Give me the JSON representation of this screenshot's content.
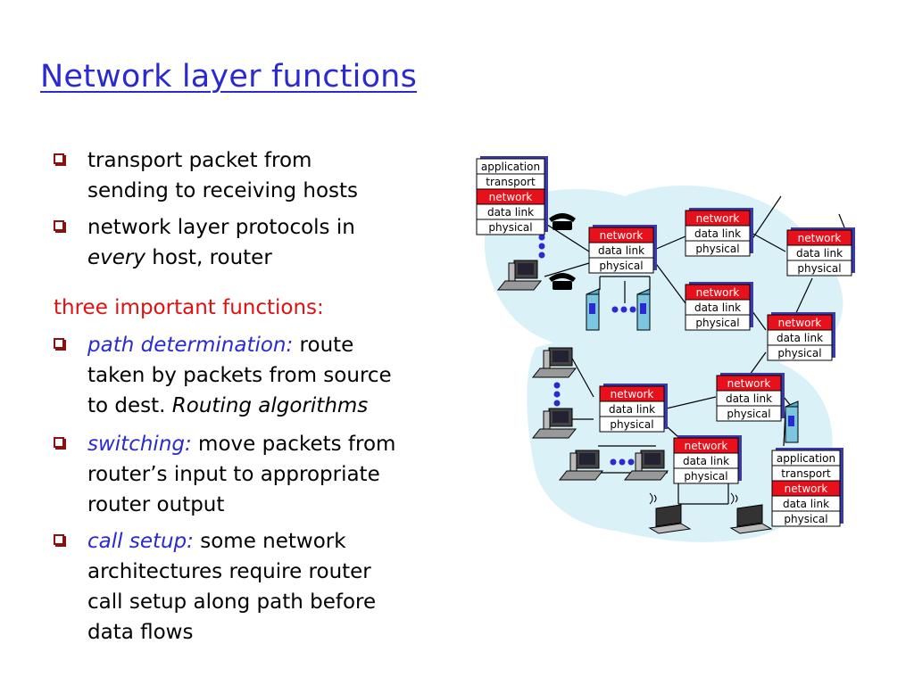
{
  "title": "Network layer functions",
  "bullets": [
    {
      "lines": [
        "transport packet from",
        "sending to receiving hosts"
      ]
    },
    {
      "lines": [
        "network layer protocols in"
      ],
      "italic": "every",
      "tail": " host, router"
    }
  ],
  "subheading": "three important functions:",
  "functions": [
    {
      "term": "path determination:",
      "rest": " route",
      "lines": [
        "taken by packets from source"
      ],
      "last_plain": "to dest. ",
      "last_italic": "Routing algorithms"
    },
    {
      "term": "switching:",
      "rest": " move packets from",
      "lines": [
        "router’s input to appropriate",
        "router output"
      ]
    },
    {
      "term": "call setup:",
      "rest": " some network",
      "lines": [
        "architectures require router",
        "call setup along path before",
        "data flows"
      ]
    }
  ],
  "stack_labels": {
    "application": "application",
    "transport": "transport",
    "network": "network",
    "data_link": "data link",
    "physical": "physical"
  },
  "colors": {
    "title": "#2a2ad0",
    "subheading": "#e01010",
    "network_layer": "#e8101a",
    "cloud": "#d9f1f7",
    "bullet": "#8b1010"
  }
}
